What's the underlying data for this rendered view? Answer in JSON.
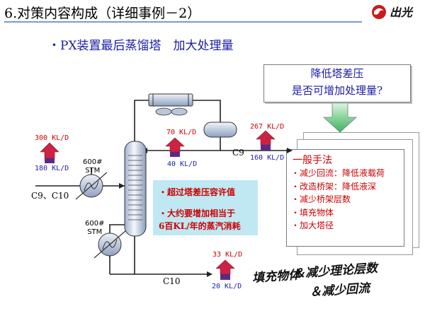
{
  "header": {
    "title": "6.对策内容构成（详细事例－2）",
    "logo_text": "出光"
  },
  "subtitle": "・PX装置最后蒸馏塔　加大处理量",
  "question_box": {
    "line1": "降低塔差压",
    "line2": "是否可增加处理量?"
  },
  "methods": {
    "title": "一般手法",
    "items": [
      "・减少回流：降低液载荷",
      "・改造桥架：降低液深",
      "・减少桥架层数",
      "・填充物体",
      "・加大塔径"
    ]
  },
  "warning": {
    "line1": "・超过塔差压容许值",
    "line2": "・大约要增加相当于",
    "line3": "6百KL/年的蒸汽消耗"
  },
  "flows": {
    "feed_new": "300 KL/D",
    "feed_old": "180 KL/D",
    "top_new": "70 KL/D",
    "top_old": "40 KL/D",
    "c9_new": "267 KL/D",
    "c9_old": "160 KL/D",
    "bottom_new": "33 KL/D",
    "bottom_old": "20 KL/D"
  },
  "labels": {
    "feed": "C9、C10",
    "c9": "C9",
    "c10": "C10",
    "stm1_a": "600#",
    "stm1_b": "STM",
    "stm2_a": "600#",
    "stm2_b": "STM"
  },
  "notes": {
    "line1": "填充物体",
    "line2": "＆减少理论层数",
    "line3": "＆减少回流"
  },
  "colors": {
    "arrow_up_red": "#cc2244",
    "arrow_purple": "#5b2a86",
    "accent_blue": "#1a1aa8",
    "warn_bg": "#bfe8f2",
    "down_arrow_green": "#4cc46a"
  }
}
